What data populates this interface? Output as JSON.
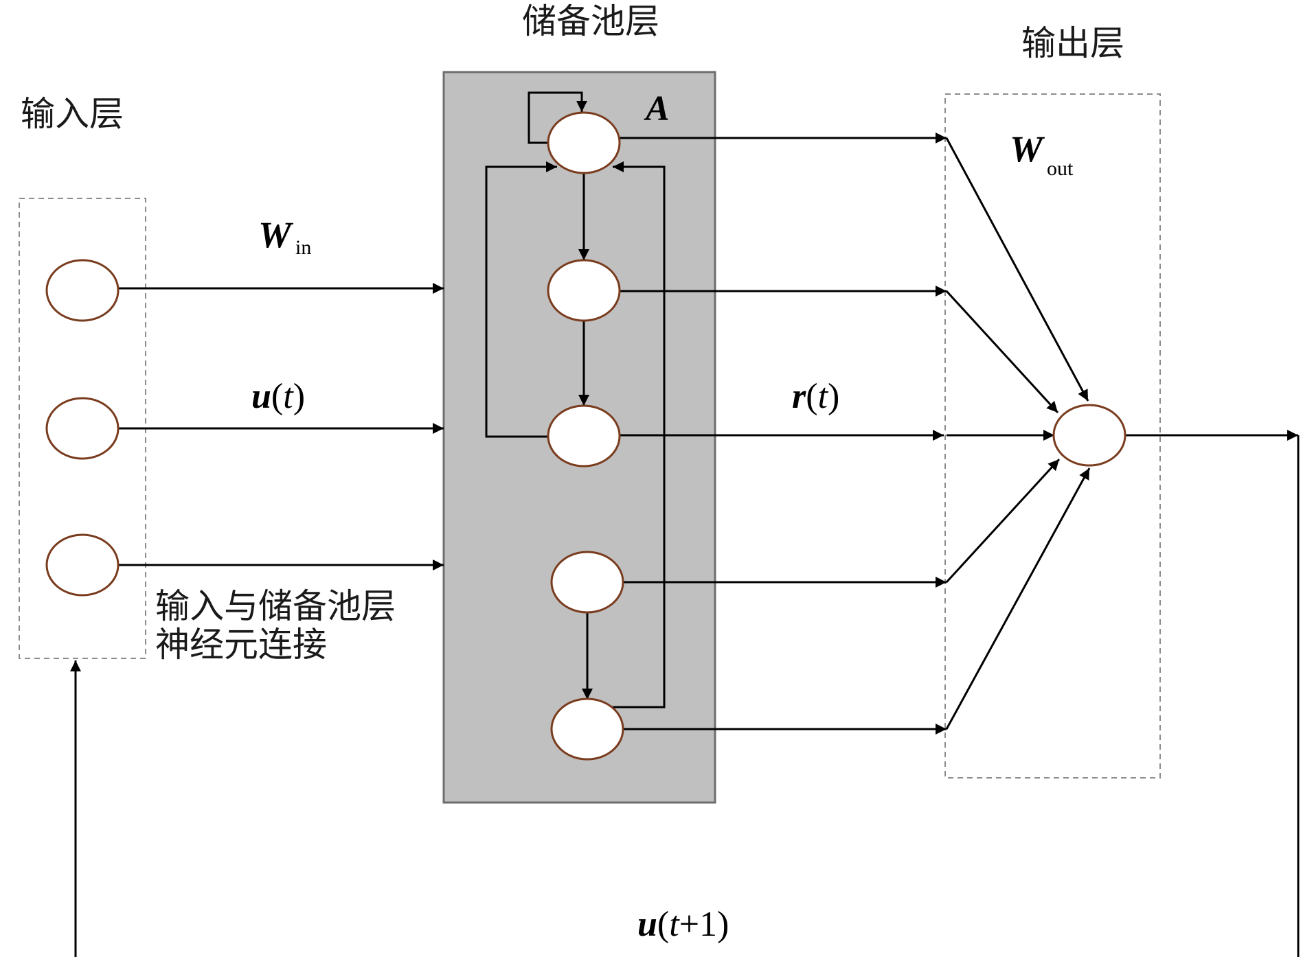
{
  "layers": {
    "input": {
      "title": "输入层"
    },
    "reservoir": {
      "title": "储备池层",
      "matrix_label": "A"
    },
    "output": {
      "title": "输出层"
    }
  },
  "weights": {
    "w_in": {
      "base": "W",
      "sub": "in"
    },
    "w_out": {
      "base": "W",
      "sub": "out"
    }
  },
  "signals": {
    "u_t": {
      "var": "u",
      "open": "(",
      "arg": "t",
      "close": ")"
    },
    "r_t": {
      "var": "r",
      "open": "(",
      "arg": "t",
      "close": ")"
    },
    "u_t1": {
      "var": "u",
      "open": "(",
      "arg": "t",
      "op": "+1",
      "close": ")"
    }
  },
  "annotation": {
    "line1": "输入与储备池层",
    "line2": "神经元连接"
  },
  "colors": {
    "reservoir_fill": "#c0c0c0",
    "neuron_stroke": "#7a3c1e",
    "dashed_border": "#8c8c8c"
  }
}
